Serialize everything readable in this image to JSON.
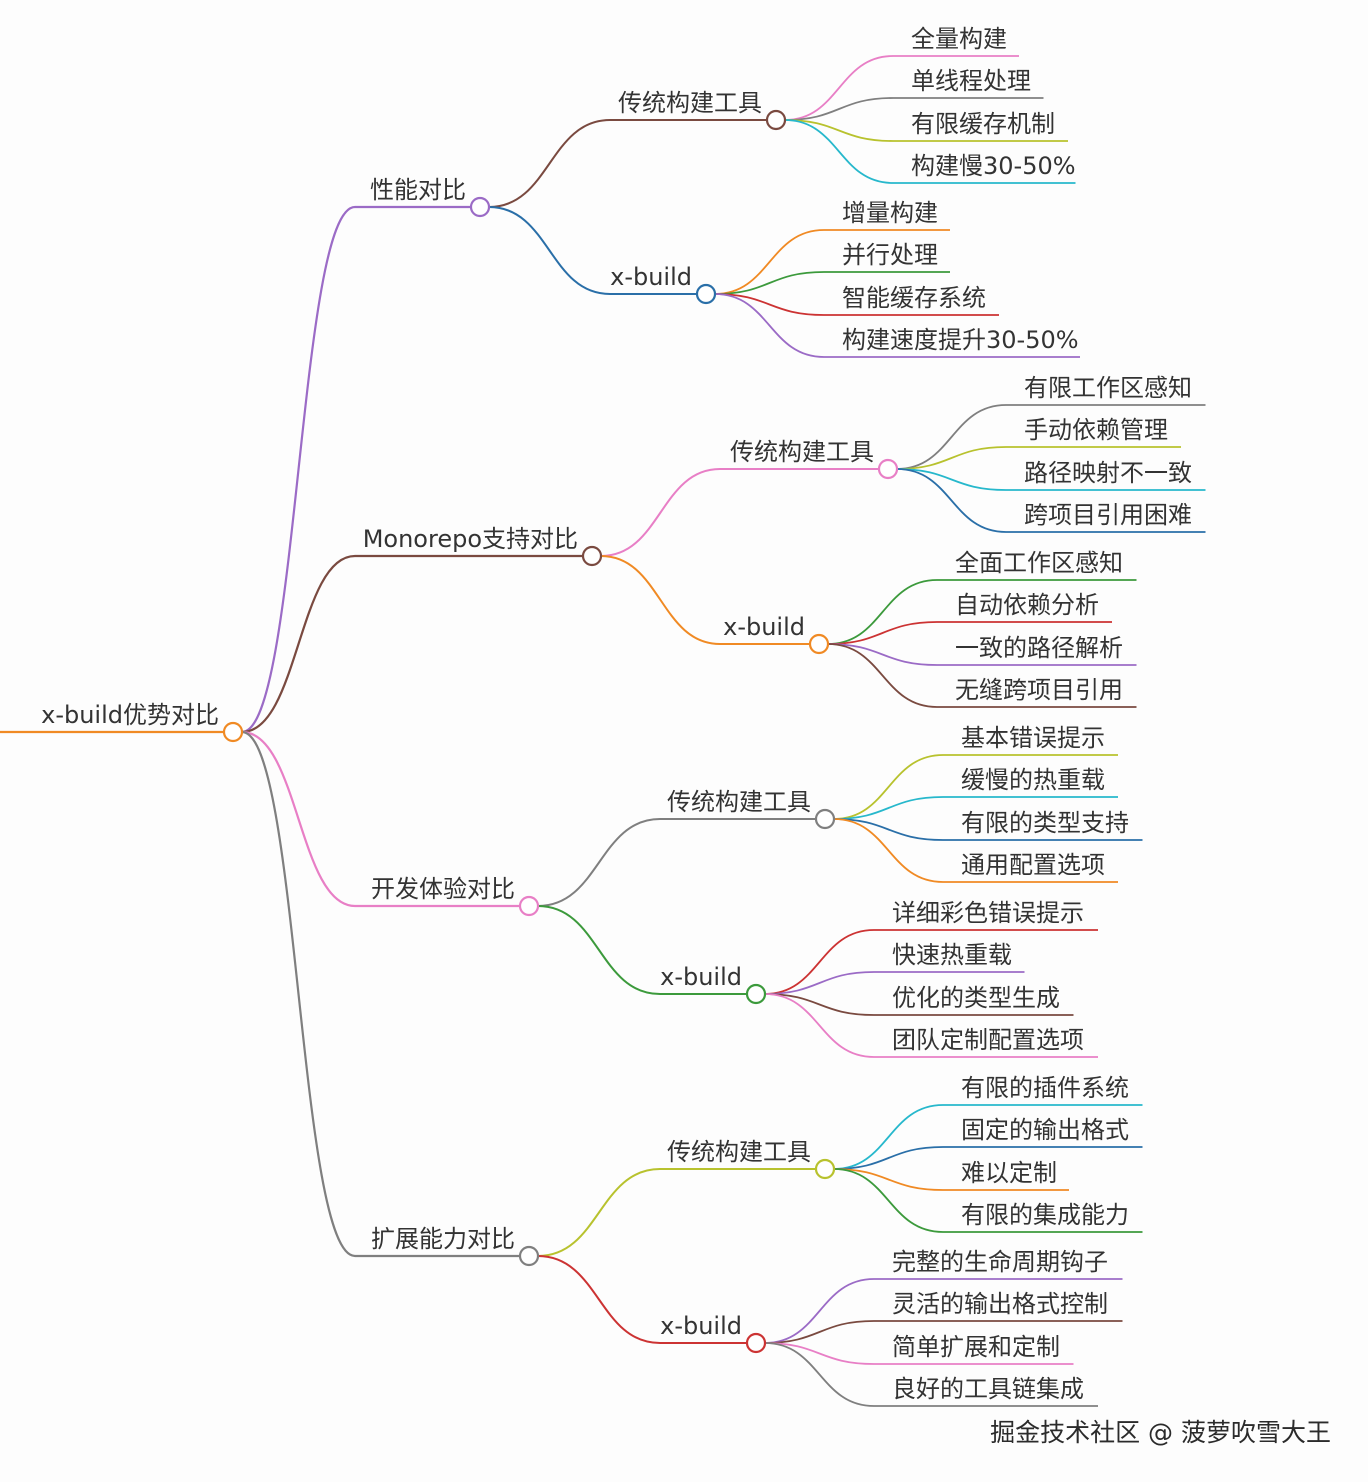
{
  "root": {
    "label": "x-build优势对比",
    "color": "#f08a24"
  },
  "sections": [
    {
      "label": "性能对比",
      "color": "#9b6bc6",
      "groups": [
        {
          "label": "传统构建工具",
          "color": "#7a4a40",
          "leaves": [
            {
              "label": "全量构建",
              "color": "#e87fc6"
            },
            {
              "label": "单线程处理",
              "color": "#7f7f7f"
            },
            {
              "label": "有限缓存机制",
              "color": "#b8c22e"
            },
            {
              "label": "构建慢30-50%",
              "color": "#27b8cc"
            }
          ]
        },
        {
          "label": "x-build",
          "color": "#2a6fa8",
          "leaves": [
            {
              "label": "增量构建",
              "color": "#f08a24"
            },
            {
              "label": "并行处理",
              "color": "#3c9a3c"
            },
            {
              "label": "智能缓存系统",
              "color": "#cc3333"
            },
            {
              "label": "构建速度提升30-50%",
              "color": "#9b6bc6"
            }
          ]
        }
      ]
    },
    {
      "label": "Monorepo支持对比",
      "color": "#7a4a40",
      "groups": [
        {
          "label": "传统构建工具",
          "color": "#e87fc6",
          "leaves": [
            {
              "label": "有限工作区感知",
              "color": "#7f7f7f"
            },
            {
              "label": "手动依赖管理",
              "color": "#b8c22e"
            },
            {
              "label": "路径映射不一致",
              "color": "#27b8cc"
            },
            {
              "label": "跨项目引用困难",
              "color": "#2a6fa8"
            }
          ]
        },
        {
          "label": "x-build",
          "color": "#f08a24",
          "leaves": [
            {
              "label": "全面工作区感知",
              "color": "#3c9a3c"
            },
            {
              "label": "自动依赖分析",
              "color": "#cc3333"
            },
            {
              "label": "一致的路径解析",
              "color": "#9b6bc6"
            },
            {
              "label": "无缝跨项目引用",
              "color": "#7a4a40"
            }
          ]
        }
      ]
    },
    {
      "label": "开发体验对比",
      "color": "#e87fc6",
      "groups": [
        {
          "label": "传统构建工具",
          "color": "#7f7f7f",
          "leaves": [
            {
              "label": "基本错误提示",
              "color": "#b8c22e"
            },
            {
              "label": "缓慢的热重载",
              "color": "#27b8cc"
            },
            {
              "label": "有限的类型支持",
              "color": "#2a6fa8"
            },
            {
              "label": "通用配置选项",
              "color": "#f08a24"
            }
          ]
        },
        {
          "label": "x-build",
          "color": "#3c9a3c",
          "leaves": [
            {
              "label": "详细彩色错误提示",
              "color": "#cc3333"
            },
            {
              "label": "快速热重载",
              "color": "#9b6bc6"
            },
            {
              "label": "优化的类型生成",
              "color": "#7a4a40"
            },
            {
              "label": "团队定制配置选项",
              "color": "#e87fc6"
            }
          ]
        }
      ]
    },
    {
      "label": "扩展能力对比",
      "color": "#7f7f7f",
      "groups": [
        {
          "label": "传统构建工具",
          "color": "#b8c22e",
          "leaves": [
            {
              "label": "有限的插件系统",
              "color": "#27b8cc"
            },
            {
              "label": "固定的输出格式",
              "color": "#2a6fa8"
            },
            {
              "label": "难以定制",
              "color": "#f08a24"
            },
            {
              "label": "有限的集成能力",
              "color": "#3c9a3c"
            }
          ]
        },
        {
          "label": "x-build",
          "color": "#cc3333",
          "leaves": [
            {
              "label": "完整的生命周期钩子",
              "color": "#9b6bc6"
            },
            {
              "label": "灵活的输出格式控制",
              "color": "#7a4a40"
            },
            {
              "label": "简单扩展和定制",
              "color": "#e87fc6"
            },
            {
              "label": "良好的工具链集成",
              "color": "#7f7f7f"
            }
          ]
        }
      ]
    }
  ],
  "watermark": "掘金技术社区 @ 菠萝吹雪大王"
}
